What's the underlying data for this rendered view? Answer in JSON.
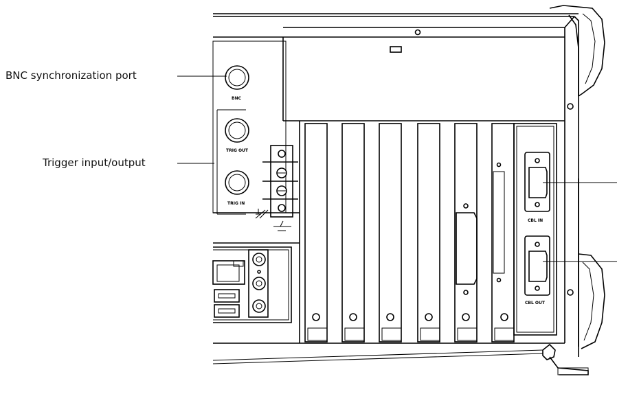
{
  "callouts": {
    "bnc_sync": "BNC synchronization port",
    "trigger_io": "Trigger input/output"
  },
  "panel_labels": {
    "bnc": "BNC",
    "trig_out": "TRIG OUT",
    "trig_in": "TRIG IN",
    "cbl_in": "CBL IN",
    "cbl_out": "CBL OUT"
  },
  "colors": {
    "ink": "#000000",
    "background": "#ffffff"
  }
}
